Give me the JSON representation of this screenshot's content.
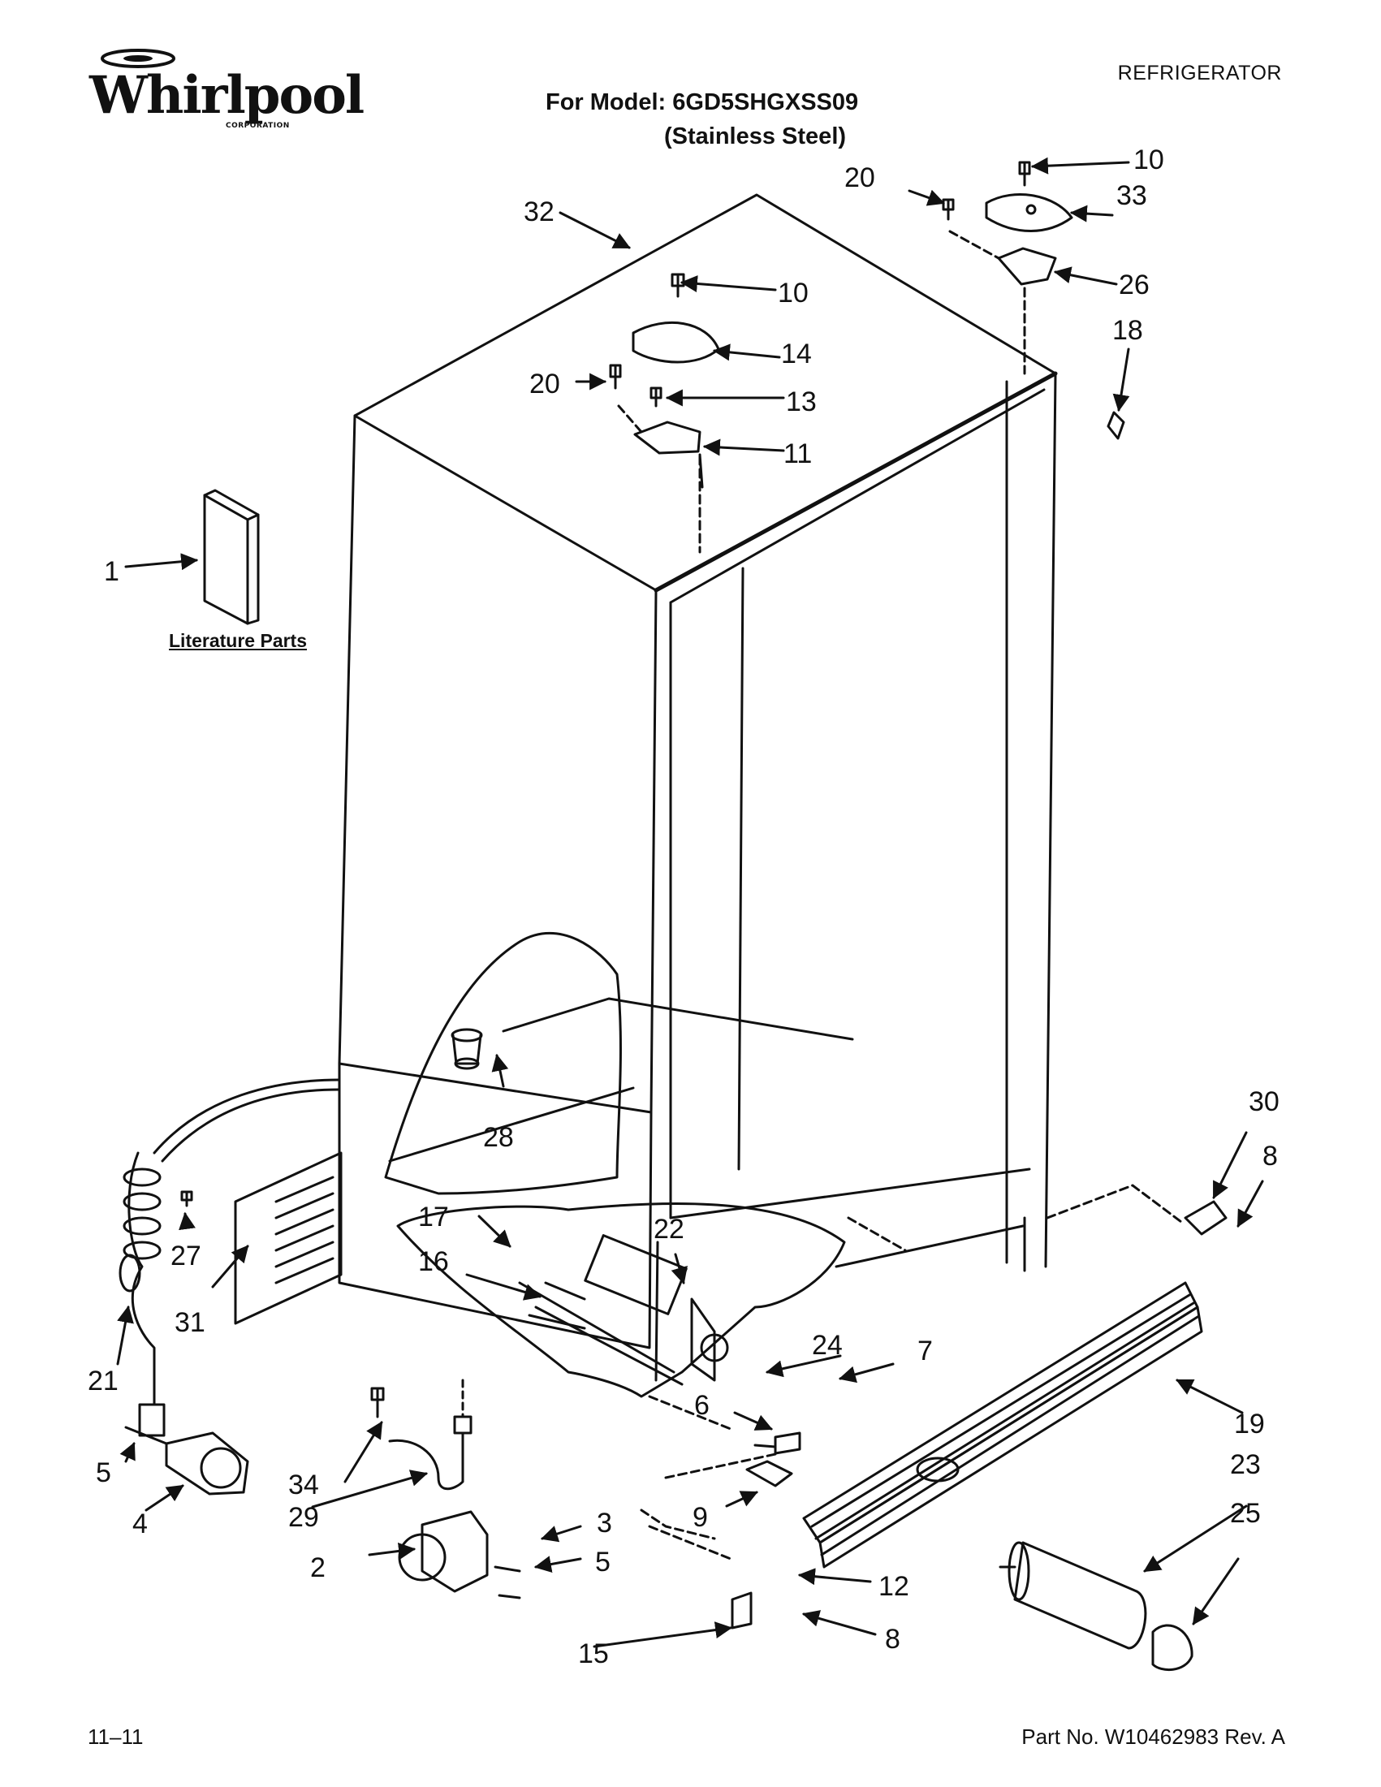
{
  "brand": {
    "name": "Whirlpool",
    "corp": "CORPORATION"
  },
  "header": {
    "category": "REFRIGERATOR",
    "model": "For Model: 6GD5SHGXSS09",
    "finish": "(Stainless Steel)"
  },
  "literature_label": "Literature Parts",
  "footer": {
    "date": "11–11",
    "part_no": "Part No. W10462983 Rev. A"
  },
  "callouts": {
    "c1": "1",
    "c2": "2",
    "c3": "3",
    "c4": "4",
    "c5a": "5",
    "c5b": "5",
    "c6": "6",
    "c7": "7",
    "c8a": "8",
    "c8b": "8",
    "c9": "9",
    "c10a": "10",
    "c10b": "10",
    "c11": "11",
    "c12": "12",
    "c13": "13",
    "c14": "14",
    "c15": "15",
    "c16": "16",
    "c17": "17",
    "c18": "18",
    "c19": "19",
    "c20a": "20",
    "c20b": "20",
    "c21": "21",
    "c22": "22",
    "c23": "23",
    "c24": "24",
    "c25": "25",
    "c26": "26",
    "c27": "27",
    "c28": "28",
    "c29": "29",
    "c30": "30",
    "c31": "31",
    "c32": "32",
    "c33": "33",
    "c34": "34"
  }
}
